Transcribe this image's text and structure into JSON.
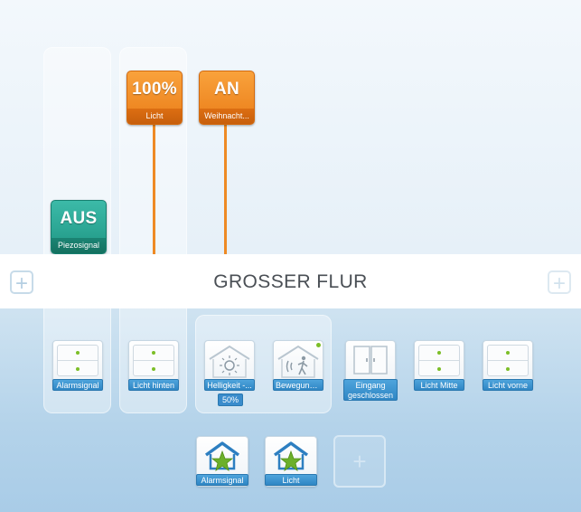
{
  "room": {
    "title": "GROSSER FLUR"
  },
  "tiles": [
    {
      "value": "AUS",
      "label": "Piezosignal",
      "color": "#2aa894"
    },
    {
      "value": "100%",
      "label": "Licht",
      "color": "#f2901f"
    },
    {
      "value": "AN",
      "label": "Weihnacht...",
      "color": "#f2901f"
    }
  ],
  "devices": [
    {
      "label": "Alarmsignal",
      "icon": "switch-icon"
    },
    {
      "label": "Licht hinten",
      "icon": "switch-icon"
    },
    {
      "label": "Helligkeit -...",
      "icon": "brightness-sensor-icon",
      "status": "50%"
    },
    {
      "label": "Bewegung...",
      "icon": "motion-sensor-icon"
    },
    {
      "label": "Eingang geschlossen",
      "icon": "door-contact-icon"
    },
    {
      "label": "Licht Mitte",
      "icon": "switch-icon"
    },
    {
      "label": "Licht vorne",
      "icon": "switch-icon"
    }
  ],
  "scenes": [
    {
      "label": "Alarmsignal",
      "icon": "house-star-icon"
    },
    {
      "label": "Licht",
      "icon": "house-star-icon"
    }
  ],
  "add_symbol": "+",
  "colors": {
    "accent_blue": "#3a8ccc",
    "orange": "#f2901f",
    "teal": "#2aa894",
    "green": "#7cbe27"
  }
}
